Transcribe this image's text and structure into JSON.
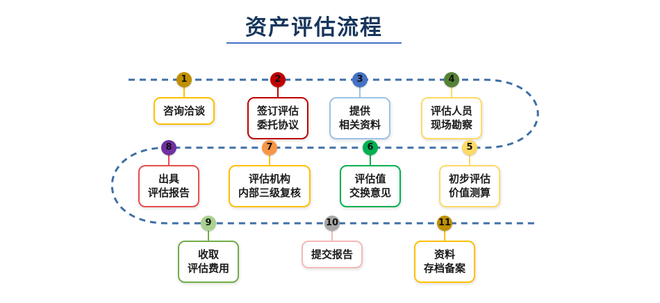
{
  "title": {
    "text": "资产评估流程",
    "color": "#17365d",
    "underline_color": "#4472c4"
  },
  "flow": {
    "line_color": "#3f6ea5"
  },
  "steps": [
    {
      "num": "1",
      "line1": "咨询洽谈",
      "line2": "",
      "circle_color": "#bf9000",
      "border_color": "#ffc000"
    },
    {
      "num": "2",
      "line1": "签订评估",
      "line2": "委托协议",
      "circle_color": "#c00000",
      "border_color": "#c00000"
    },
    {
      "num": "3",
      "line1": "提供",
      "line2": "相关资料",
      "circle_color": "#4472c4",
      "border_color": "#9dc3e6"
    },
    {
      "num": "4",
      "line1": "评估人员",
      "line2": "现场勘察",
      "circle_color": "#548235",
      "border_color": "#ffd966"
    },
    {
      "num": "5",
      "line1": "初步评估",
      "line2": "价值测算",
      "circle_color": "#ffd966",
      "border_color": "#ffd966"
    },
    {
      "num": "6",
      "line1": "评估值",
      "line2": "交换意见",
      "circle_color": "#00b050",
      "border_color": "#00b050"
    },
    {
      "num": "7",
      "line1": "评估机构",
      "line2": "内部三级复核",
      "circle_color": "#f79646",
      "border_color": "#ffc000"
    },
    {
      "num": "8",
      "line1": "出具",
      "line2": "评估报告",
      "circle_color": "#7030a0",
      "border_color": "#e84c4c"
    },
    {
      "num": "9",
      "line1": "收取",
      "line2": "评估费用",
      "circle_color": "#a9d18e",
      "border_color": "#70ad47"
    },
    {
      "num": "10",
      "line1": "提交报告",
      "line2": "",
      "circle_color": "#a6a6a6",
      "border_color": "#f4b9b9"
    },
    {
      "num": "11",
      "line1": "资料",
      "line2": "存档备案",
      "circle_color": "#bf9000",
      "border_color": "#ffc000"
    }
  ]
}
